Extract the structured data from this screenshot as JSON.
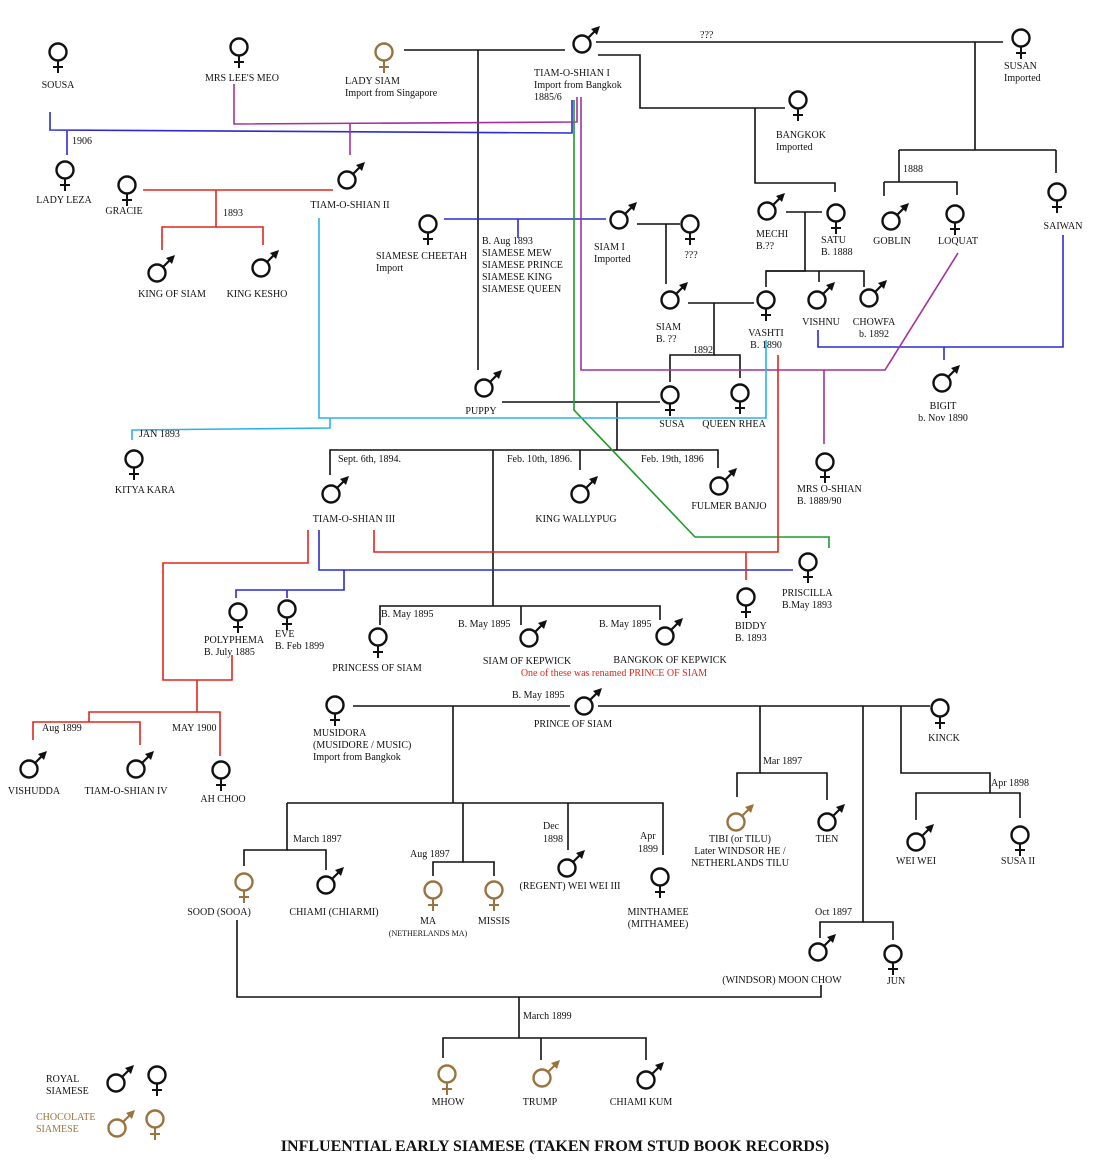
{
  "title": "INFLUENTIAL EARLY SIAMESE (TAKEN FROM STUD BOOK RECORDS)",
  "colors": {
    "royal": "#111111",
    "chocolate": "#9a7440",
    "note": "#e2261e"
  },
  "cats": [
    {
      "name": "SOUSA",
      "icon": "female-icon",
      "variety": "royal"
    },
    {
      "name": "MRS LEE'S MEO",
      "icon": "female-icon",
      "variety": "royal"
    },
    {
      "name": "LADY SIAM",
      "details": [
        "Import from Singapore"
      ],
      "icon": "female-icon",
      "variety": "chocolate"
    },
    {
      "name": "TIAM-O-SHIAN I",
      "details": [
        "Import from Bangkok",
        "1885/6"
      ],
      "icon": "male-icon",
      "variety": "royal"
    },
    {
      "name": "SUSAN",
      "details": [
        "Imported"
      ],
      "icon": "female-icon",
      "variety": "royal"
    },
    {
      "name": "BANGKOK",
      "details": [
        "Imported"
      ],
      "icon": "female-icon",
      "variety": "royal"
    },
    {
      "name": "LADY LEZA",
      "icon": "female-icon",
      "variety": "royal"
    },
    {
      "name": "GRACIE",
      "icon": "female-icon",
      "variety": "royal"
    },
    {
      "name": "TIAM-O-SHIAN II",
      "icon": "male-icon",
      "variety": "royal"
    },
    {
      "name": "KING OF SIAM",
      "icon": "male-icon",
      "variety": "royal"
    },
    {
      "name": "KING KESHO",
      "icon": "male-icon",
      "variety": "royal"
    },
    {
      "name": "SIAMESE CHEETAH",
      "details": [
        "Import"
      ],
      "icon": "female-icon",
      "variety": "royal"
    },
    {
      "name": "SIAM I",
      "details": [
        "Imported"
      ],
      "icon": "male-icon",
      "variety": "royal"
    },
    {
      "name": "???",
      "icon": "female-icon",
      "variety": "royal"
    },
    {
      "name": "MECHI",
      "details": [
        "B.??"
      ],
      "icon": "male-icon",
      "variety": "royal"
    },
    {
      "name": "SATU",
      "details": [
        "B. 1888"
      ],
      "icon": "female-icon",
      "variety": "royal"
    },
    {
      "name": "GOBLIN",
      "icon": "male-icon",
      "variety": "royal"
    },
    {
      "name": "LOQUAT",
      "icon": "female-icon",
      "variety": "royal"
    },
    {
      "name": "SAIWAN",
      "icon": "female-icon",
      "variety": "royal"
    },
    {
      "name": "SIAM",
      "details": [
        "B. ??"
      ],
      "icon": "male-icon",
      "variety": "royal"
    },
    {
      "name": "VASHTI",
      "details": [
        "B. 1890"
      ],
      "icon": "female-icon",
      "variety": "royal"
    },
    {
      "name": "VISHNU",
      "icon": "male-icon",
      "variety": "royal"
    },
    {
      "name": "CHOWFA",
      "details": [
        "b. 1892"
      ],
      "icon": "male-icon",
      "variety": "royal"
    },
    {
      "name": "BIGIT",
      "details": [
        "b. Nov 1890"
      ],
      "icon": "male-icon",
      "variety": "royal"
    },
    {
      "name": "PUPPY",
      "icon": "male-icon",
      "variety": "royal"
    },
    {
      "name": "SUSA",
      "icon": "female-icon",
      "variety": "royal"
    },
    {
      "name": "QUEEN RHEA",
      "icon": "female-icon",
      "variety": "royal"
    },
    {
      "name": "KITYA KARA",
      "icon": "female-icon",
      "variety": "royal"
    },
    {
      "name": "TIAM-O-SHIAN III",
      "icon": "male-icon",
      "variety": "royal"
    },
    {
      "name": "KING WALLYPUG",
      "icon": "male-icon",
      "variety": "royal"
    },
    {
      "name": "FULMER BANJO",
      "icon": "male-icon",
      "variety": "royal"
    },
    {
      "name": "MRS O-SHIAN",
      "details": [
        "B. 1889/90"
      ],
      "icon": "female-icon",
      "variety": "royal"
    },
    {
      "name": "PRISCILLA",
      "details": [
        "B.May 1893"
      ],
      "icon": "female-icon",
      "variety": "royal"
    },
    {
      "name": "BIDDY",
      "details": [
        "B. 1893"
      ],
      "icon": "female-icon",
      "variety": "royal"
    },
    {
      "name": "POLYPHEMA",
      "details": [
        "B. July 1885"
      ],
      "icon": "female-icon",
      "variety": "royal"
    },
    {
      "name": "EVE",
      "details": [
        "B. Feb 1899"
      ],
      "icon": "female-icon",
      "variety": "royal"
    },
    {
      "name": "PRINCESS OF SIAM",
      "icon": "female-icon",
      "variety": "royal"
    },
    {
      "name": "SIAM OF KEPWICK",
      "icon": "male-icon",
      "variety": "royal"
    },
    {
      "name": "BANGKOK OF KEPWICK",
      "icon": "male-icon",
      "variety": "royal"
    },
    {
      "name": "MUSIDORA",
      "details": [
        "(MUSIDORE / MUSIC)",
        "Import from Bangkok"
      ],
      "icon": "female-icon",
      "variety": "royal"
    },
    {
      "name": "PRINCE OF SIAM",
      "icon": "male-icon",
      "variety": "royal"
    },
    {
      "name": "KINCK",
      "icon": "female-icon",
      "variety": "royal"
    },
    {
      "name": "VISHUDDA",
      "icon": "male-icon",
      "variety": "royal"
    },
    {
      "name": "TIAM-O-SHIAN IV",
      "icon": "male-icon",
      "variety": "royal"
    },
    {
      "name": "AH CHOO",
      "icon": "female-icon",
      "variety": "royal"
    },
    {
      "name": "TIBI (or TILU)",
      "details": [
        "Later WINDSOR HE /",
        "NETHERLANDS TILU"
      ],
      "icon": "male-icon",
      "variety": "chocolate"
    },
    {
      "name": "TIEN",
      "icon": "male-icon",
      "variety": "royal"
    },
    {
      "name": "WEI WEI",
      "icon": "male-icon",
      "variety": "royal"
    },
    {
      "name": "SUSA II",
      "icon": "female-icon",
      "variety": "royal"
    },
    {
      "name": "SOOD (SOOA)",
      "icon": "female-icon",
      "variety": "chocolate"
    },
    {
      "name": "CHIAMI (CHIARMI)",
      "icon": "male-icon",
      "variety": "royal"
    },
    {
      "name": "MA",
      "details": [
        "(NETHERLANDS MA)"
      ],
      "icon": "female-icon",
      "variety": "chocolate"
    },
    {
      "name": "MISSIS",
      "icon": "female-icon",
      "variety": "chocolate"
    },
    {
      "name": "(REGENT) WEI WEI III",
      "icon": "male-icon",
      "variety": "royal"
    },
    {
      "name": "MINTHAMEE",
      "details": [
        "(MITHAMEE)"
      ],
      "icon": "female-icon",
      "variety": "royal"
    },
    {
      "name": "(WINDSOR) MOON CHOW",
      "icon": "male-icon",
      "variety": "royal"
    },
    {
      "name": "JUN",
      "icon": "female-icon",
      "variety": "royal"
    },
    {
      "name": "MHOW",
      "icon": "female-icon",
      "variety": "chocolate"
    },
    {
      "name": "TRUMP",
      "icon": "male-icon",
      "variety": "chocolate"
    },
    {
      "name": "CHIAMI KUM",
      "icon": "male-icon",
      "variety": "royal"
    }
  ],
  "litter": [
    "B. Aug 1893",
    "SIAMESE MEW",
    "SIAMESE PRINCE",
    "SIAMESE KING",
    "SIAMESE QUEEN"
  ],
  "dates": [
    "???",
    "1906",
    "1893",
    "1888",
    "1892",
    "JAN 1893",
    "Sept. 6th, 1894.",
    "Feb. 10th, 1896.",
    "Feb. 19th, 1896",
    "B. May 1895",
    "B. May 1895",
    "B. May 1895",
    "B. May 1895",
    "Aug 1899",
    "MAY 1900",
    "Mar 1897",
    "Apr 1898",
    "March 1897",
    "Aug 1897",
    "Dec",
    "1898",
    "Apr",
    "1899",
    "Oct 1897",
    "March 1899"
  ],
  "note": "One of these was renamed PRINCE OF SIAM",
  "legend": {
    "royal": [
      "ROYAL",
      "SIAMESE"
    ],
    "chocolate": [
      "CHOCOLATE",
      "SIAMESE"
    ]
  }
}
